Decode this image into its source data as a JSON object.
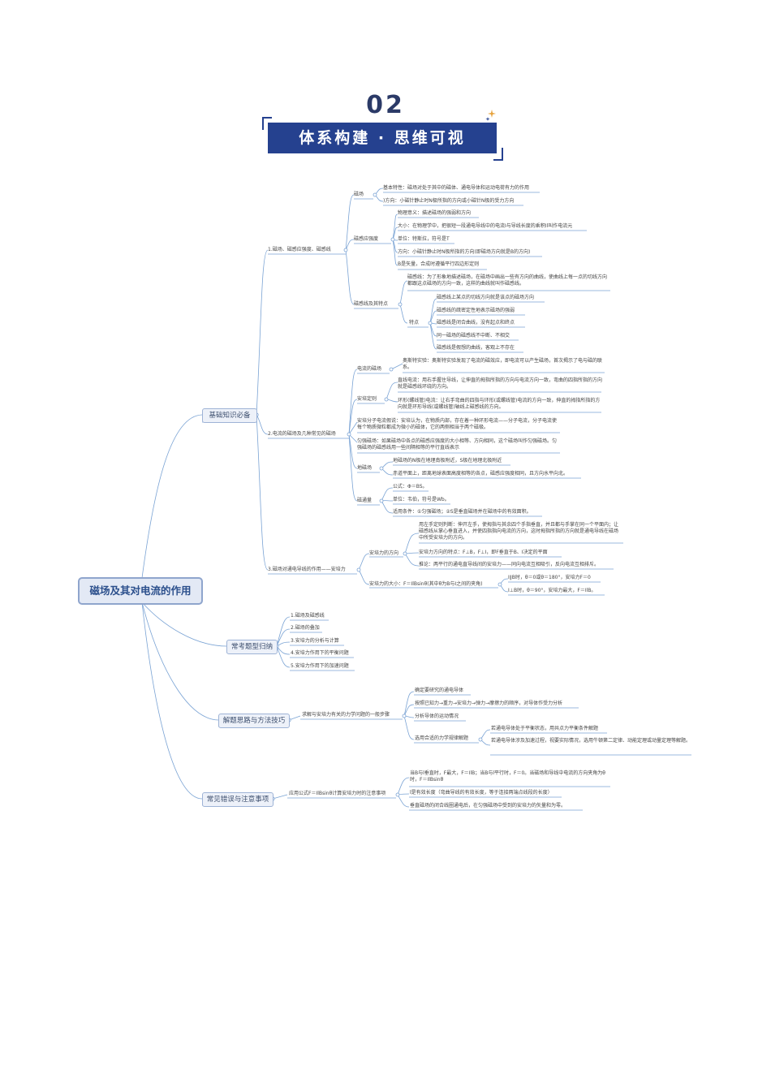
{
  "header": {
    "number": "02",
    "banner": "体系构建 · 思维可视"
  },
  "mindmap": {
    "root": "磁场及其对电流的作用",
    "branches": [
      {
        "label": "基础知识必备",
        "children": [
          {
            "label": "1.磁场、磁感应强度、磁感线",
            "children": [
              {
                "label": "磁场",
                "children": [
                  "基本特性：磁场对处于其中的磁体、通电导体和运动电荷有力的作用",
                  ")方向：小磁针静止时N极所指的方向或小磁针N极的受力方向"
                ]
              },
              {
                "label": "磁感应强度",
                "children": [
                  "物理意义：描述磁场的强弱和方向",
                  "大小：在物理学中，把很短一段通电导线中的电流I与导线长度的乘积Il叫作电流元",
                  "单位：特斯拉，符号是T",
                  "方向：小磁针静止时N极所指的方向(即磁场方向就是B的方向)",
                  "B是矢量，合成时遵循平行四边形定则"
                ]
              },
              {
                "label": "磁感线及其特点",
                "children": [
                  "磁感线：为了形象地描述磁场，在磁场中画出一些有方向的曲线，使曲线上每一点的切线方向都跟这点磁场的方向一致，这样的曲线就叫作磁感线。",
                  {
                    "label": "特点",
                    "children": [
                      "磁感线上某点的切线方向就是该点的磁场方向",
                      "磁感线的疏密定性地表示磁场的强弱",
                      "磁感线是闭合曲线，没有起点和终点",
                      "同一磁场的磁感线不中断、不相交",
                      "磁感线是假想的曲线，客观上不存在"
                    ]
                  }
                ]
              }
            ]
          },
          {
            "label": "2.电流的磁场及几种常见的磁场",
            "children": [
              {
                "label": "电流的磁场",
                "children": [
                  "奥斯特实验：奥斯特实验发现了电流的磁效应，即电流可以产生磁场，首次揭示了电与磁的联系。"
                ]
              },
              {
                "label": "安培定则",
                "children": [
                  "直线电流：用右手握住导线，让伸直的拇指所指的方向与电流方向一致，弯曲的四指所指的方向就是磁感线环绕的方向。",
                  "环形(螺线管)电流：让右手弯曲的四指与环形(或螺线管)电流的方向一致，伸直的拇指所指的方向就是环形导线(或螺线管)轴线上磁感线的方向。"
                ]
              },
              "安培分子电流假说：安培认为，在物质内部，存在着一种环形电流——分子电流，分子电流使每个物质微粒都成为微小的磁体，它的两侧相当于两个磁极。",
              "匀强磁场：如果磁场中各点的磁感应强度的大小相等、方向相同，这个磁场叫作匀强磁场。匀强磁场的磁感线用一些间隔相等的平行直线表示",
              {
                "label": "地磁场",
                "children": [
                  "地磁场的N极在地理南极附近，S极在地理北极附近",
                  "赤道平面上，距离地球表面高度相等的各点，磁感应强度相同，且方向水平向北。"
                ]
              },
              {
                "label": "磁通量",
                "children": [
                  "公式：Φ＝BS。",
                  "单位：韦伯，符号是Wb。",
                  "适用条件：①匀强磁场；②S是垂直磁场并在磁场中的有效面积。"
                ]
              }
            ]
          },
          {
            "label": "3.磁场对通电导线的作用——安培力",
            "children": [
              {
                "label": "安培力的方向",
                "children": [
                  "用左手定则判断：伸开左手，使拇指与其余四个手指垂直，并且都与手掌在同一个平面内；让磁感线从掌心垂直进入，并使四指指向电流的方向，这时拇指所指的方向就是通电导线在磁场中所受安培力的方向。",
                  "安培力方向的特点：F⊥B，F⊥I，即F垂直于B、I决定的平面",
                  "推论：两平行的通电直导线间的安培力——同向电流互相吸引，反向电流互相排斥。"
                ]
              },
              {
                "label": "安培力的大小：F＝IlBsinθ(其中θ为B与I之间的夹角)",
                "children": [
                  "I∥B时，θ＝0或θ＝180°，安培力F＝0",
                  "I⊥B时，θ＝90°，安培力最大，F＝IlB。"
                ]
              }
            ]
          }
        ]
      },
      {
        "label": "常考题型归纳",
        "children": [
          "1.磁场及磁感线",
          "2.磁场的叠加",
          "3.安培力的分析与计算",
          "4.安培力作用下的平衡问题",
          "5.安培力作用下的加速问题"
        ]
      },
      {
        "label": "解题思路与方法技巧",
        "children": [
          {
            "label": "求解与安培力有关的力学问题的一般步骤",
            "children": [
              "确定要研究的通电导体",
              "按照已知力→重力→安培力→弹力→摩擦力的顺序，对导体作受力分析",
              "分析导体的运动情况",
              {
                "label": "选用合适的力学规律解题",
                "children": [
                  "若通电导体处于平衡状态，用共点力平衡条件解题",
                  "若通电导体涉及加速过程，视要实际情况，选用牛顿第二定律、动能定理或动量定理等解题。"
                ]
              }
            ]
          }
        ]
      },
      {
        "label": "常见错误与注意事项",
        "children": [
          {
            "label": "应用公式F＝IlBsinθ计算安培力时的注意事项",
            "children": [
              "当B与l垂直时，F最大，F＝IlB；当B与l平行时，F＝0。当磁场和导线中电流的方向夹角为θ时，F＝IlBsinθ",
              "l是有效长度（弯曲导线的有效长度，等于连接两端点线段的长度）",
              "垂直磁场的闭合线圈通电后，在匀强磁场中受到的安培力的矢量和为零。"
            ]
          }
        ]
      }
    ]
  }
}
